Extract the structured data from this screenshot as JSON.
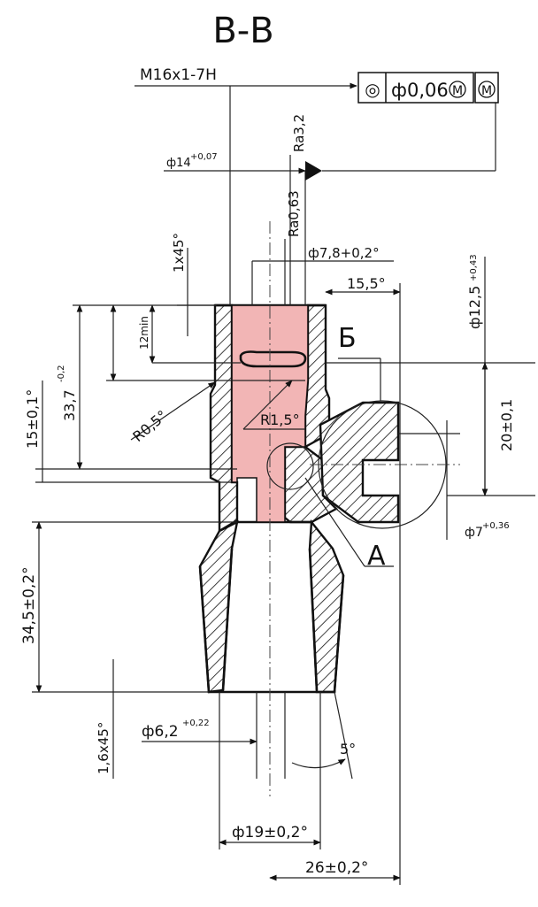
{
  "section_label": "В-В",
  "thread": "M16x1-7H",
  "tolerance_frame": {
    "symbol": "◎",
    "value": "ф0,06",
    "modifier1": "M",
    "modifier2": "M"
  },
  "roughness": {
    "top": "Ra3,2",
    "mid": "Ra0,63"
  },
  "dims": {
    "d14": "ф14",
    "d14_tol": "+0,07",
    "chamfer_top": "1x45°",
    "d78": "ф7,8+0,2°",
    "w155": "15,5°",
    "d125": "ф12,5",
    "d125_tol": "+0,43",
    "len12": "12min",
    "len15": "15±0,1°",
    "len337": "33,7",
    "len337_tol": "-0,2",
    "r05": "R0,5°",
    "r15": "R1,5°",
    "len20": "20±0,1",
    "d7": "ф7",
    "d7_tol": "+0,36",
    "len345": "34,5±0,2°",
    "chamfer_bottom": "1,6x45°",
    "d62": "ф6,2",
    "d62_tol": "+0,22",
    "angle5": "5°",
    "d19": "ф19±0,2°",
    "len26": "26±0,2°"
  },
  "view_letters": {
    "b": "Б",
    "a": "А"
  },
  "highlight_color": "#f0a8a8"
}
